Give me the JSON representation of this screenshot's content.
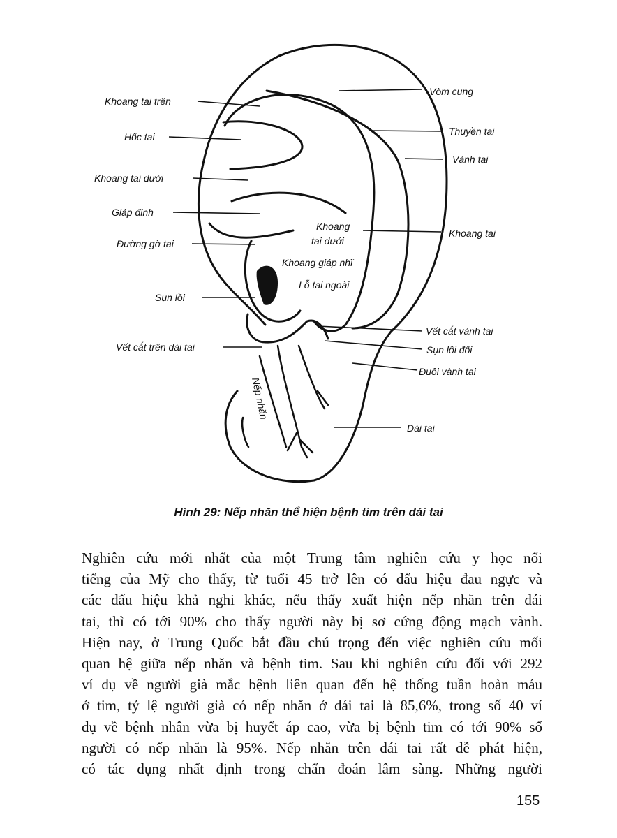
{
  "figure": {
    "labels": {
      "khoang_tai_tren": "Khoang tai trên",
      "hoc_tai": "Hốc tai",
      "khoang_tai_duoi_left": "Khoang tai dưới",
      "giap_dinh": "Giáp đinh",
      "duong_go_tai": "Đường gờ tai",
      "sun_loi": "Sụn lồi",
      "vet_cat_tren_dai_tai": "Vết cắt trên dái tai",
      "vom_cung": "Vòm cung",
      "thuyen_tai": "Thuyền tai",
      "vanh_tai": "Vành tai",
      "khoang_tai_right": "Khoang tai",
      "vet_cat_vanh_tai": "Vết cắt vành tai",
      "sun_loi_doi": "Sụn lồi đối",
      "duoi_vanh_tai": "Đuôi vành tai",
      "dai_tai": "Dái tai",
      "khoang_inner_1": "Khoang",
      "khoang_inner_2": "tai dưới",
      "khoang_giap_nhi": "Khoang giáp nhĩ",
      "lo_tai_ngoai": "Lỗ tai ngoài",
      "nep_nhan": "Nếp nhăn"
    },
    "caption": "Hình 29: Nếp nhăn thể hiện bệnh tim trên dái tai"
  },
  "body": {
    "lines": [
      "Nghiên cứu mới nhất của một Trung tâm nghiên cứu y học nổi",
      "tiếng của Mỹ cho thấy, từ tuổi 45 trở lên có dấu hiệu đau ngực và",
      "các dấu hiệu khả nghi khác, nếu thấy xuất hiện nếp nhăn trên dái",
      "tai, thì có tới 90% cho thấy người này bị sơ cứng động mạch vành.",
      "Hiện nay, ở Trung Quốc bắt đầu chú trọng đến việc nghiên cứu mối",
      "quan hệ giữa nếp nhăn và bệnh tim. Sau khi nghiên cứu đối với 292",
      "ví dụ về người già mắc bệnh liên quan đến hệ thống tuần hoàn máu",
      "ở tim, tỷ lệ người già có nếp nhăn ở dái tai là 85,6%, trong số 40 ví",
      "dụ về bệnh nhân vừa bị huyết áp cao, vừa bị bệnh tim có tới 90% số",
      "người có nếp nhăn là 95%. Nếp nhăn trên dái tai rất dễ phát hiện,",
      "có tác dụng nhất định trong chẩn đoán lâm sàng. Những người"
    ]
  },
  "page_number": "155"
}
